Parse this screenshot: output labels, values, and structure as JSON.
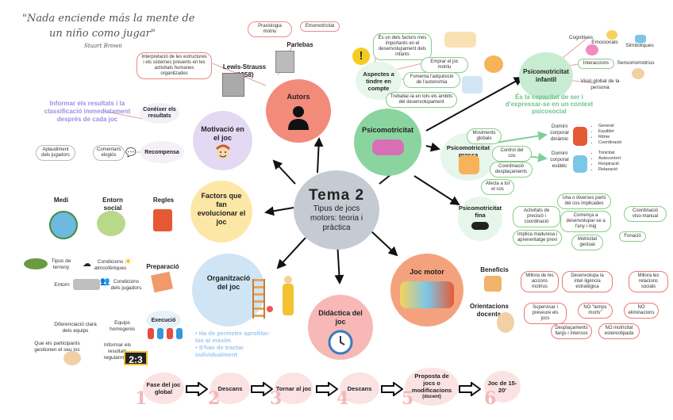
{
  "quote": {
    "line1": "\"Nada enciende más la mente de",
    "line2": "un niño como jugar\"",
    "author": "Stuart Brown"
  },
  "center": {
    "title": "Tema 2",
    "subtitle": "Tipus de jocs motors: teoria i pràctica"
  },
  "autors": {
    "label": "Autors",
    "parlebas": "Parlebas",
    "parlebas_tags": [
      "Praxiologia motriu",
      "Etnomotricitat"
    ],
    "parlebas_note": "Interpretació de les estructures i els sistemes presents en les activitats humanes organitzades",
    "lewis": "Lewis-Strauss (1958)"
  },
  "motivacio": {
    "label": "Motivació en el joc",
    "note": "Informar els resultats i la classificació immediatament després de cada joc",
    "conexer": "Conèixer els resultats",
    "recompensa": "Recompensa",
    "aplaudiment": "Aplaudiment dels jugadors",
    "comentaris": "Comentaris elogiós"
  },
  "factors": {
    "label": "Factors que fan evolucionar el joc",
    "medi": "Medi",
    "entorn": "Entorn social",
    "regles": "Regles",
    "preparacio": "Preparació",
    "terreny": "Tipus de terreny",
    "condicions": "Condicions atmosfèriques",
    "entorn2": "Entorn",
    "condicions_jug": "Condicions dels jugadors"
  },
  "organitzacio": {
    "label": "Organització del joc",
    "execucio": "Execució",
    "bullets": [
      "Ha de permetre aprofitar-los al màxim",
      "S'han de tractar individualment"
    ],
    "diferenciacio": "Diferenciació clara dels equips",
    "equips": "Equips homogenis",
    "participants": "Que els participants gestionen el seu joc",
    "informar": "Informar els resultats regularment",
    "score": "2:3"
  },
  "didactica": {
    "label": "Didàctica del joc"
  },
  "psicomotricitat": {
    "label": "Psicomotricitat",
    "aspectes": "Aspectes a tindre en compte",
    "aspectes_items": [
      "És un dels factors més importants en el desenvolupament dels infants",
      "Emprar el joc motriu",
      "Fomenta l'adquisició de l'autonomia",
      "Treballar-la en tots els àmbits del desenvolupament"
    ],
    "infantil": "Psicomotricitat infantil",
    "infantil_items": [
      "Cognitives",
      "Emocionals",
      "Simbòliques",
      "Interaccions",
      "Sensoriomotrius",
      "Visió global de la persona"
    ],
    "capacitat": "És la capacitat de ser i d'expressar-se en un context psicosocial",
    "grossa": "Psicomotricitat grossa",
    "grossa_items": [
      "Moviments globals",
      "Control del cos",
      "Coordinació desplaçaments",
      "Afecta a tot el cos"
    ],
    "dinamic": "Domini corporal dinàmic",
    "dinamic_list": [
      "General",
      "Equilibri",
      "Ritme",
      "Coordinació"
    ],
    "estatic": "Domini corporal estàtic",
    "estatic_list": [
      "Tonicitat",
      "Autocontrol",
      "Respiració",
      "Relaxació"
    ],
    "fina": "Psicomotricitat fina",
    "fina_items": [
      "Activitats de precisió i coordinació",
      "Una o diverses parts del cos implicades",
      "Coordinació viso-manual",
      "Comença a desenvolupar-se a l'any i mig",
      "Implica maduresa i aprenentatge previ",
      "Motricitat gestual",
      "Fonació"
    ]
  },
  "jocmotor": {
    "label": "Joc motor",
    "beneficis": "Beneficis",
    "beneficis_items": [
      "Millora de les accions motrius",
      "Desenvolupa la intel·ligència estratègica",
      "Millora les relacions socials"
    ],
    "orientacions": "Orientacions docents",
    "orient_items": [
      "Supervisar i preveure els jocs",
      "NO \"temps morts\"",
      "NO eliminacions",
      "Desplaçaments llargs i intensos",
      "NO motricitat estereotipada"
    ]
  },
  "steps": [
    {
      "n": "1",
      "label": "Fase del joc global"
    },
    {
      "n": "2",
      "label": "Descans"
    },
    {
      "n": "3",
      "label": "Tornar al joc"
    },
    {
      "n": "4",
      "label": "Descans"
    },
    {
      "n": "5",
      "label": "Proposta de jocs o modificacions",
      "sub": "(docent)"
    },
    {
      "n": "6",
      "label": "Joc de 15-20'"
    }
  ],
  "colors": {
    "autors": "#f38b7b",
    "motivacio": "#e4d9f3",
    "factors": "#fde7a6",
    "organitzacio": "#cfe4f4",
    "didactica": "#f7b8b6",
    "psicomot": "#8ad4a0",
    "jocmotor": "#f4a27e",
    "center": "#c5cbd2"
  }
}
